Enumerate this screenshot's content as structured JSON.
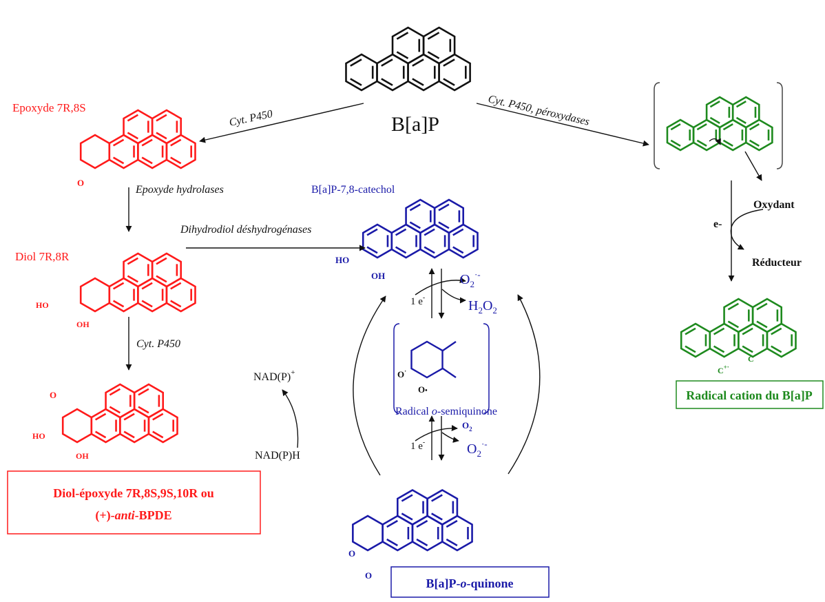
{
  "colors": {
    "black": "#111111",
    "red": "#ff1a1a",
    "blue": "#1a1aa8",
    "green": "#1e8a1e"
  },
  "molecules": {
    "bap": "B[a]P",
    "epoxide": "Epoxyde 7R,8S",
    "diol": "Diol 7R,8R",
    "catechol": "B[a]P-7,8-catechol",
    "semiquinone_pre": "Radical ",
    "semiquinone_it": "o",
    "semiquinone_post": "-semiquinone",
    "radical_cation_box": "Radical cation du B[a]P",
    "diol_epoxide_line1": "Diol-époxyde 7R,8S,9S,10R ou",
    "diol_epoxide_line2_pre": "(+)-",
    "diol_epoxide_line2_it": "anti",
    "diol_epoxide_line2_post": "-BPDE",
    "quinone_pre": "B[a]P-",
    "quinone_it": "o",
    "quinone_post": "-quinone"
  },
  "enzymes": {
    "cyt_left": "Cyt. P450",
    "cyt_right": "Cyt. P450, péroxydases",
    "epoxide_hydrolases": "Epoxyde hydrolases",
    "dhd": "Dihydrodiol déshydrogénases",
    "cyt_lower": "Cyt. P450"
  },
  "redox": {
    "o2_top": "O",
    "o2_top_sub": "2",
    "o2_top_sup": "·-",
    "h2o2_h": "H",
    "h2o2_sub1": "2",
    "h2o2_o": "O",
    "h2o2_sub2": "2",
    "one_e_top": "1 e",
    "one_e_top_sup": "-",
    "one_e_bottom": "1 e",
    "one_e_bottom_sup": "-",
    "o2_small": "O",
    "o2_small_sub": "2",
    "o2_bottom": "O",
    "o2_bottom_sub": "2",
    "o2_bottom_sup": "·-",
    "nadp_plus": "NAD(P)",
    "nadp_plus_sup": "+",
    "nadph": "NAD(P)H",
    "oxydant": "Oxydant",
    "reducteur": "Réducteur",
    "e_minus": "e-"
  },
  "atoms": {
    "ho_diol": "HO",
    "oh_diol": "OH",
    "ho_cat": "HO",
    "oh_cat": "OH",
    "ho_bpde": "HO",
    "oh_bpde": "OH",
    "o_epox": "O",
    "o_bpde": "O",
    "o_semi1": "O",
    "o_semi1_sup": "·",
    "o_semi2": "O",
    "o_semi2_sup": "•",
    "o_quin1": "O",
    "o_quin2": "O",
    "c_rad1": "C",
    "c_rad1_sup": "+·",
    "c_rad2": "C"
  }
}
